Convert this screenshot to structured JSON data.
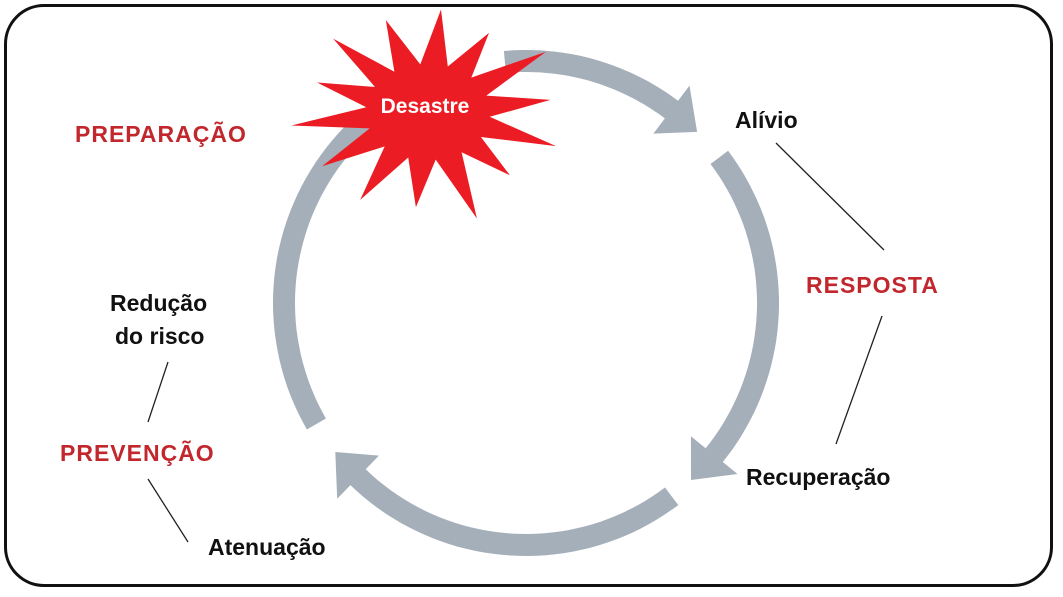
{
  "diagram": {
    "event": "Desastre",
    "stages": {
      "relief": "Alívio",
      "recovery": "Recuperação",
      "mitigation": "Atenuação",
      "risk_reduction_line1": "Redução",
      "risk_reduction_line2": "do risco"
    },
    "phases": {
      "preparation": "PREPARAÇÃO",
      "response": "RESPOSTA",
      "prevention": "PREVENÇÃO"
    }
  },
  "colors": {
    "phase_text": "#c1272d",
    "stage_text": "#111111",
    "burst_fill": "#ec1c24",
    "burst_text": "#ffffff",
    "cycle_arrows": "#a5afba",
    "frame_border": "#111111"
  }
}
